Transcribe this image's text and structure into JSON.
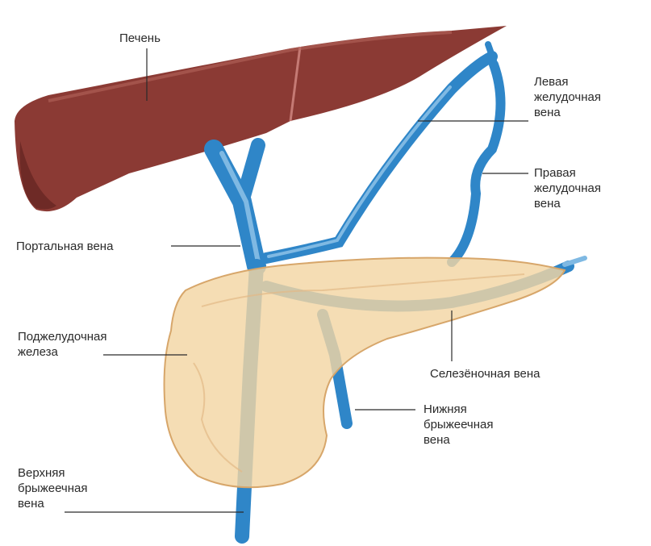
{
  "labels": {
    "liver": "Печень",
    "left_gastric_vein": "Левая\nжелудочная\nвена",
    "right_gastric_vein": "Правая\nжелудочная\nвена",
    "portal_vein": "Портальная вена",
    "pancreas": "Поджелудочная\nжелеза",
    "splenic_vein": "Селезёночная вена",
    "inferior_mesenteric_vein": "Нижняя\nбрыжеечная\nвена",
    "superior_mesenteric_vein": "Верхняя\nбрыжеечная\nвена"
  },
  "colors": {
    "liver": "#8b3a34",
    "liver_dark": "#6e2a26",
    "vein": "#2f86c8",
    "vein_light": "#7fb9e3",
    "pancreas": "#f3d6a4",
    "pancreas_edge": "#d7a66a",
    "leader_line": "#2a2a2a"
  }
}
